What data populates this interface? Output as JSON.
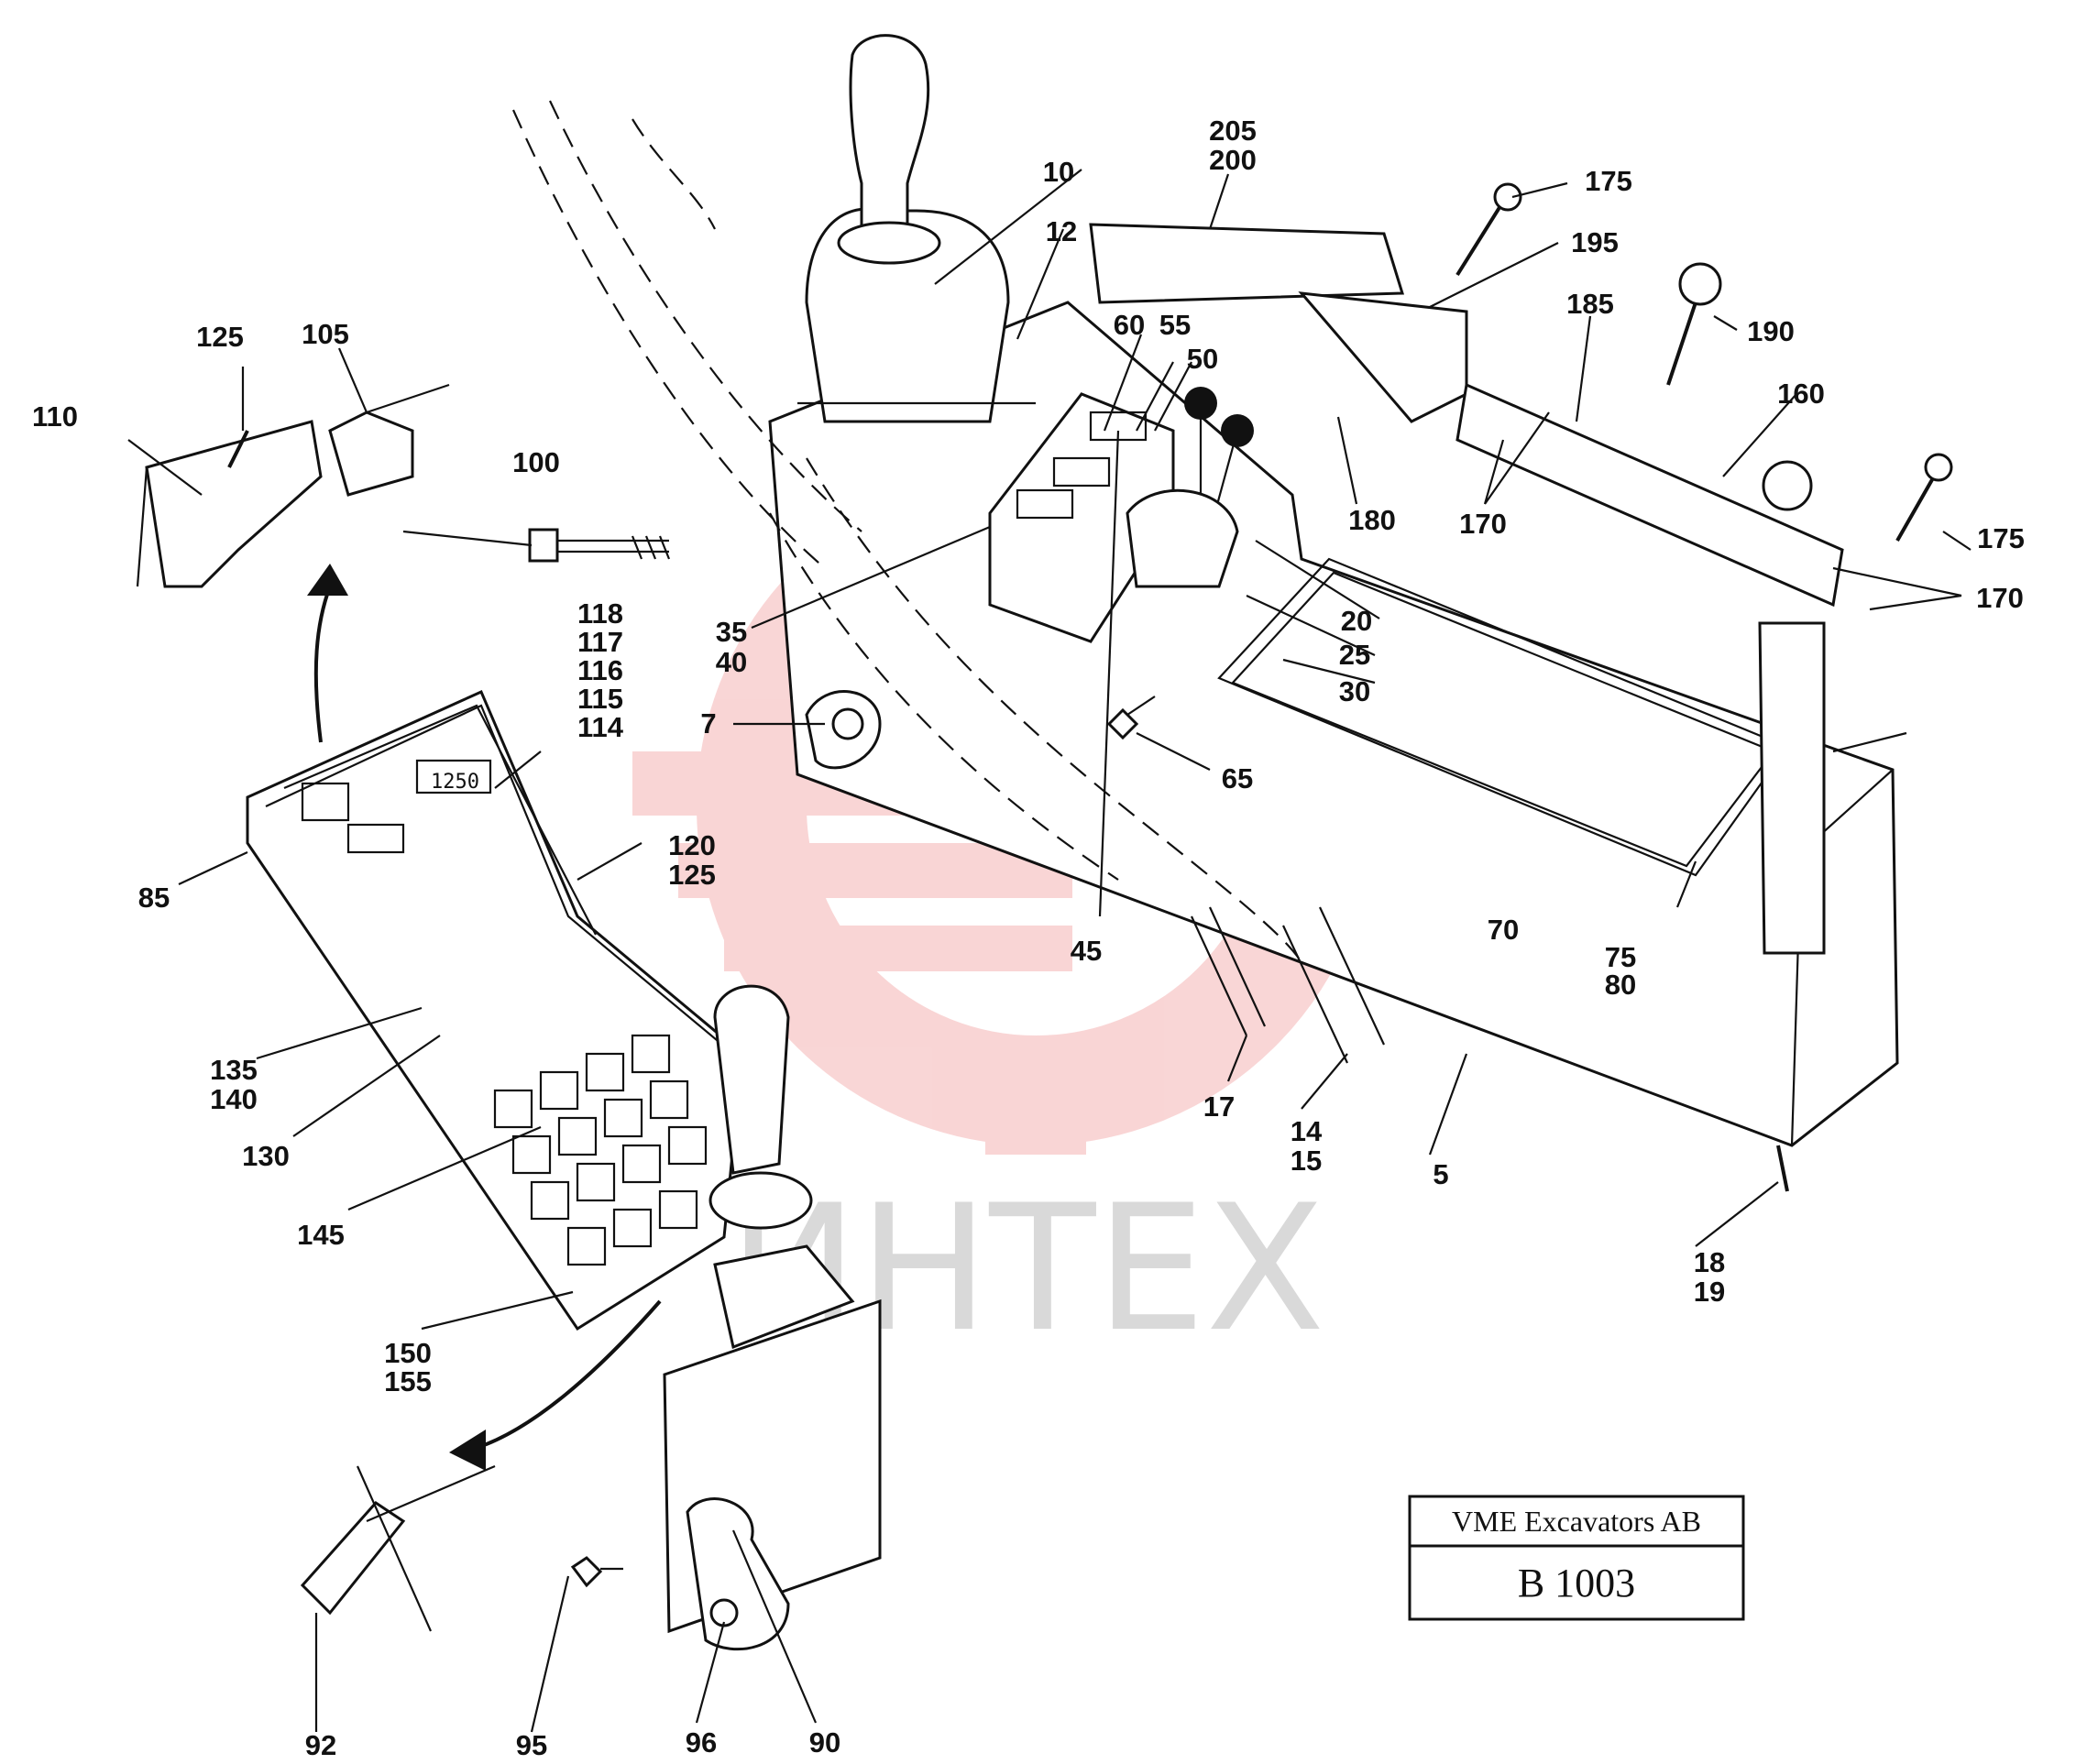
{
  "watermark": {
    "text": "ИНТЕХ",
    "color": "#f4c0c0"
  },
  "title_block": {
    "company": "VME Excavators AB",
    "drawing_number": "B 1003"
  },
  "callouts": {
    "c10": "10",
    "c12": "12",
    "c205": "205",
    "c200": "200",
    "c175a": "175",
    "c195": "195",
    "c185": "185",
    "c190": "190",
    "c160": "160",
    "c60": "60",
    "c55": "55",
    "c50": "50",
    "c180": "180",
    "c170a": "170",
    "c175b": "175",
    "c170b": "170",
    "c20": "20",
    "c25": "25",
    "c30": "30",
    "c35": "35",
    "c40": "40",
    "c7": "7",
    "c65": "65",
    "c45": "45",
    "c70": "70",
    "c75": "75",
    "c80": "80",
    "c100": "100",
    "c125a": "125",
    "c105": "105",
    "c110": "110",
    "c118": "118",
    "c117": "117",
    "c116": "116",
    "c115": "115",
    "c114": "114",
    "c120": "120",
    "c125b": "125",
    "c85": "85",
    "c135": "135",
    "c140": "140",
    "c130": "130",
    "c145": "145",
    "c150": "150",
    "c155": "155",
    "c17": "17",
    "c14": "14",
    "c15": "15",
    "c5": "5",
    "c18": "18",
    "c19": "19",
    "c92": "92",
    "c95": "95",
    "c96": "96",
    "c90": "90"
  },
  "display_readouts": {
    "hour_meter": "1250"
  }
}
